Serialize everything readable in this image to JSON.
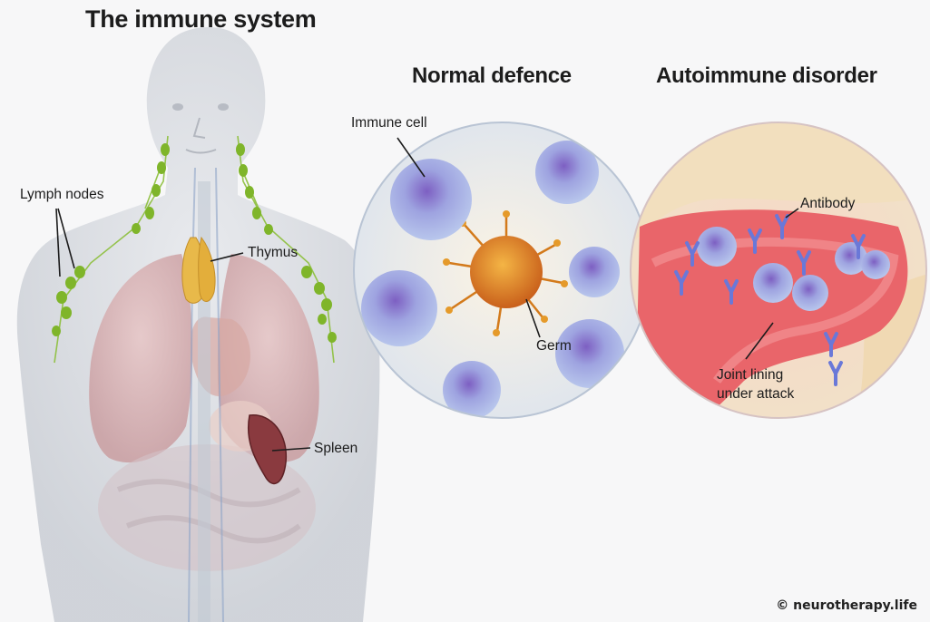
{
  "title": "The immune system",
  "panels": {
    "normal": {
      "heading": "Normal defence",
      "labels": {
        "immune_cell": "Immune cell",
        "germ": "Germ"
      }
    },
    "autoimmune": {
      "heading": "Autoimmune disorder",
      "labels": {
        "antibody": "Antibody",
        "joint_lining_1": "Joint lining",
        "joint_lining_2": "under attack"
      }
    }
  },
  "body_labels": {
    "lymph_nodes": "Lymph nodes",
    "thymus": "Thymus",
    "spleen": "Spleen"
  },
  "credit": "© neurotherapy.life",
  "colors": {
    "lymph": "#7fb52a",
    "thymus": "#e8b94a",
    "spleen": "#8a3a3f",
    "germ": "#e08a1e",
    "immune_cell": "#8e8fd6",
    "inflamed_tissue": "#e9656a",
    "antibody": "#6a78d8"
  }
}
